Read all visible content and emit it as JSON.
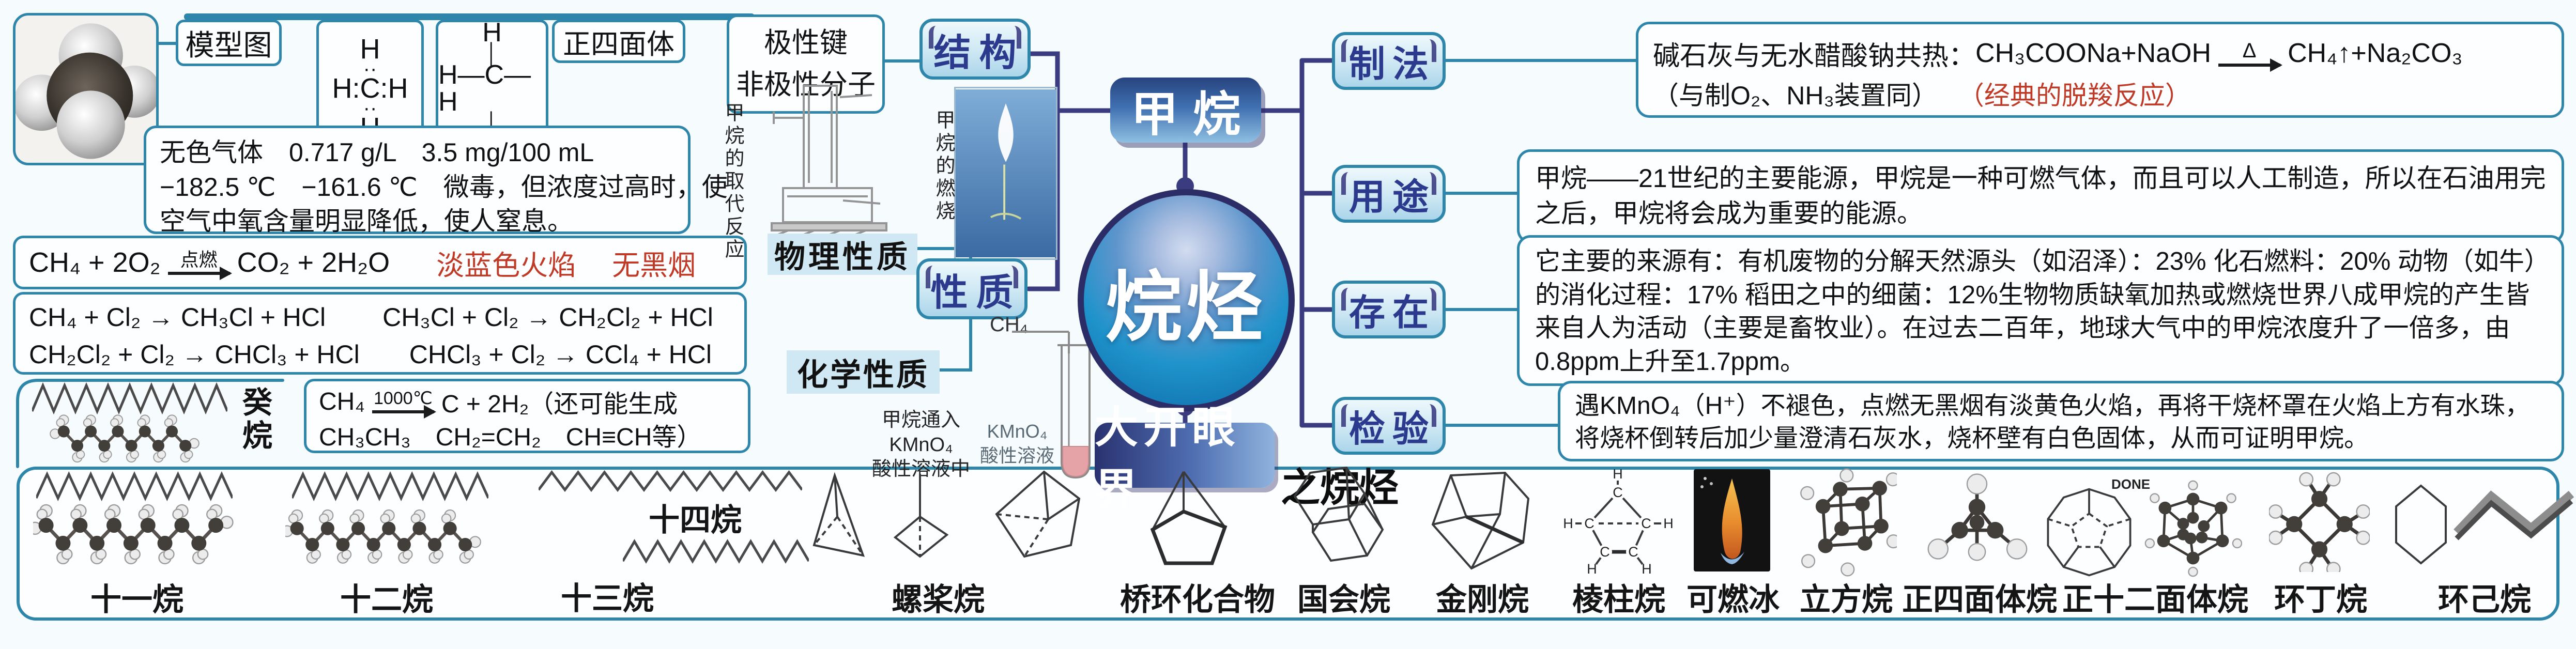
{
  "palette": {
    "teal": "#2e86ab",
    "navy": "#3b3b80",
    "red": "#c03a28",
    "band_blue": "#cfe8f4",
    "methane_gradient_top": "#2a4a96",
    "flame_photo_blue": "#4a87c0"
  },
  "top": {
    "model_label": "模型图",
    "tetrahedron_label": "正四面体",
    "polar_lines": [
      "极性键",
      "非极性分子"
    ],
    "lewis": [
      "H",
      "··",
      "H:C:H",
      "··",
      "H"
    ],
    "structural": [
      "H",
      "│",
      "H—C—H",
      "│",
      "H"
    ]
  },
  "physical": {
    "lines": [
      "无色气体　0.717 g/L　3.5 mg/100 mL",
      "−182.5 ℃　−161.6 ℃　微毒，但浓度过高时，使",
      "空气中氧含量明显降低，使人窒息。"
    ]
  },
  "combustion": {
    "lhs": "CH₄ + 2O₂",
    "cond": "点燃",
    "rhs": "CO₂ + 2H₂O",
    "flame": "淡蓝色火焰",
    "smoke": "无黑烟"
  },
  "chlorination": {
    "eqs": [
      "CH₄ + Cl₂ → CH₃Cl + HCl",
      "CH₃Cl + Cl₂ → CH₂Cl₂ + HCl",
      "CH₂Cl₂ + Cl₂ → CHCl₃ + HCl",
      "CHCl₃ + Cl₂ → CCl₄ + HCl"
    ]
  },
  "decomposition": {
    "lhs": "CH₄",
    "cond": "1000℃",
    "rhs": "C + 2H₂（还可能生成",
    "line2": "CH₃CH₃　CH₂=CH₂　CH≡CH等）"
  },
  "nodes": {
    "structure": "结构",
    "methane": "甲烷",
    "alkane": "烷烃",
    "property": "性质",
    "physical": "物理性质",
    "chemical": "化学性质",
    "preparation": "制法",
    "usage": "用途",
    "existence": "存在",
    "test": "检验",
    "eye": "大开眼界",
    "eye_suffix": "之烷烃"
  },
  "captions": {
    "substitution": "甲烷的取代反应",
    "burning": "甲烷的燃烧",
    "ch4": "CH₄",
    "feed": [
      "甲烷通入",
      "KMnO₄",
      "酸性溶液中"
    ],
    "solution": [
      "KMnO₄",
      "酸性溶液"
    ],
    "decane": "癸烷"
  },
  "right": {
    "preparation": {
      "prefix": "碱石灰与无水醋酸钠共热：",
      "lhs": "CH₃COONa+NaOH",
      "cond": "Δ",
      "rhs": "CH₄↑+Na₂CO₃",
      "note": "（与制O₂、NH₃装置同）",
      "red_note": "（经典的脱羧反应）"
    },
    "usage": "甲烷——21世纪的主要能源，甲烷是一种可燃气体，而且可以人工制造，所以在石油用完之后，甲烷将会成为重要的能源。",
    "existence": "它主要的来源有：有机废物的分解天然源头（如沼泽）：23% 化石燃料：20% 动物（如牛）的消化过程：17% 稻田之中的细菌：12%生物物质缺氧加热或燃烧世界八成甲烷的产生皆来自人为活动（主要是畜牧业）。在过去二百年，地球大气中的甲烷浓度升了一倍多，由0.8ppm上升至1.7ppm。",
    "test": "遇KMnO₄（H⁺）不褪色，点燃无黑烟有淡黄色火焰，再将干烧杯罩在火焰上方有水珠，将烧杯倒转后加少量澄清石灰水，烧杯壁有白色固体，从而可证明甲烷。"
  },
  "gallery": {
    "items": [
      {
        "label": "癸烷"
      },
      {
        "label": "十一烷"
      },
      {
        "label": "十二烷"
      },
      {
        "label": "十三烷"
      },
      {
        "label": "十四烷"
      },
      {
        "label": "螺桨烷"
      },
      {
        "label": "桥环化合物"
      },
      {
        "label": "国会烷"
      },
      {
        "label": "金刚烷"
      },
      {
        "label": "棱柱烷"
      },
      {
        "label": "可燃冰"
      },
      {
        "label": "立方烷"
      },
      {
        "label": "正四面体烷"
      },
      {
        "label": "正十二面体烷"
      },
      {
        "label": "环丁烷"
      },
      {
        "label": "环己烷"
      }
    ],
    "done_label": "DONE",
    "atom_h": "H",
    "atom_c": "C"
  }
}
